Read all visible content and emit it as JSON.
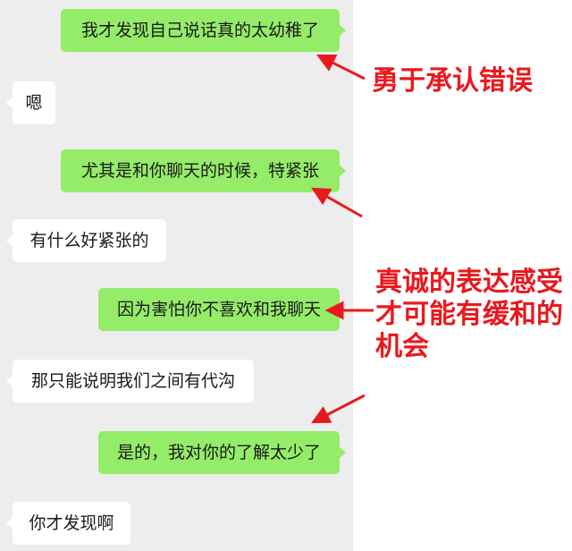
{
  "messages": [
    {
      "side": "sent",
      "text": "我才发现自己说话真的太幼稚了"
    },
    {
      "side": "received",
      "text": "嗯"
    },
    {
      "side": "sent",
      "text": "尤其是和你聊天的时候，特紧张"
    },
    {
      "side": "received",
      "text": "有什么好紧张的"
    },
    {
      "side": "sent",
      "text": "因为害怕你不喜欢和我聊天"
    },
    {
      "side": "received",
      "text": "那只能说明我们之间有代沟"
    },
    {
      "side": "sent",
      "text": "是的，我对你的了解太少了"
    },
    {
      "side": "received",
      "text": "你才发现啊"
    }
  ],
  "annotations": {
    "admit_mistake": "勇于承认错误",
    "sincere_line1": "真诚的表达感受",
    "sincere_line2": "才可能有缓和的",
    "sincere_line3": "机会"
  },
  "colors": {
    "sent_bubble": "#95ec69",
    "received_bubble": "#ffffff",
    "chat_background": "#ededed",
    "annotation_red": "#e8191e"
  }
}
